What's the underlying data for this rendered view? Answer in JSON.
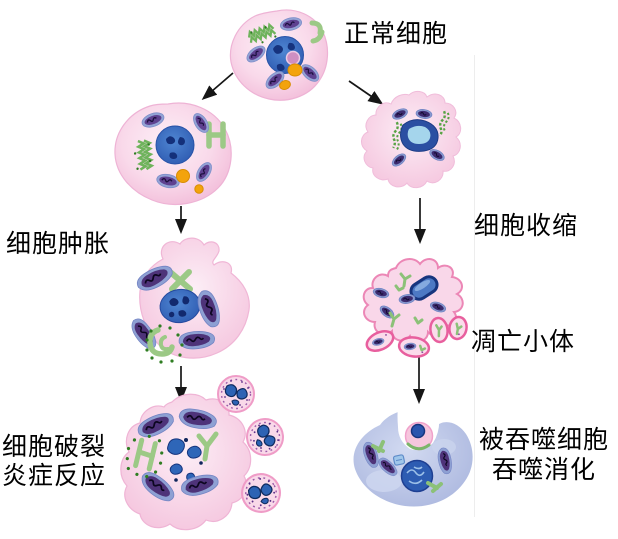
{
  "figure": {
    "background": "#ffffff",
    "divider_line_color": "#ededed"
  },
  "labels": {
    "normal_cell": "正常细胞",
    "cell_swelling": "细胞肿胀",
    "cell_rupture": "细胞破裂",
    "inflammation": "炎症反应",
    "cell_shrinkage": "细胞收缩",
    "apoptotic_bodies": "凋亡小体",
    "phagocytosed_line1": "被吞噬细胞",
    "phagocytosed_line2": "吞噬消化"
  },
  "pathways": {
    "left_sequence": [
      "正常细胞",
      "细胞肿胀",
      "细胞破裂 炎症反应"
    ],
    "right_sequence": [
      "正常细胞",
      "细胞收缩",
      "凋亡小体",
      "被吞噬细胞 吞噬消化"
    ]
  },
  "colors": {
    "cell_body_pink": "#f7d3e7",
    "cell_outline_pink": "#eeaed2",
    "nucleus_blue": "#3b6fc2",
    "nucleus_dark_blue": "#16337e",
    "nucleolus_pink": "#cf8fc2",
    "mitochondria_outer_lavender": "#93a3d5",
    "mitochondria_inner_purple": "#5e4190",
    "organelle_green": "#9cc986",
    "lysosome_yellow": "#f3a30c",
    "apoptotic_rim_pink": "#e85f9e",
    "engulfed_body_pink": "#f6c6dd",
    "phagocyte_blue": "#b5c0e2",
    "arrow_color": "#161616",
    "label_color": "#000000"
  }
}
